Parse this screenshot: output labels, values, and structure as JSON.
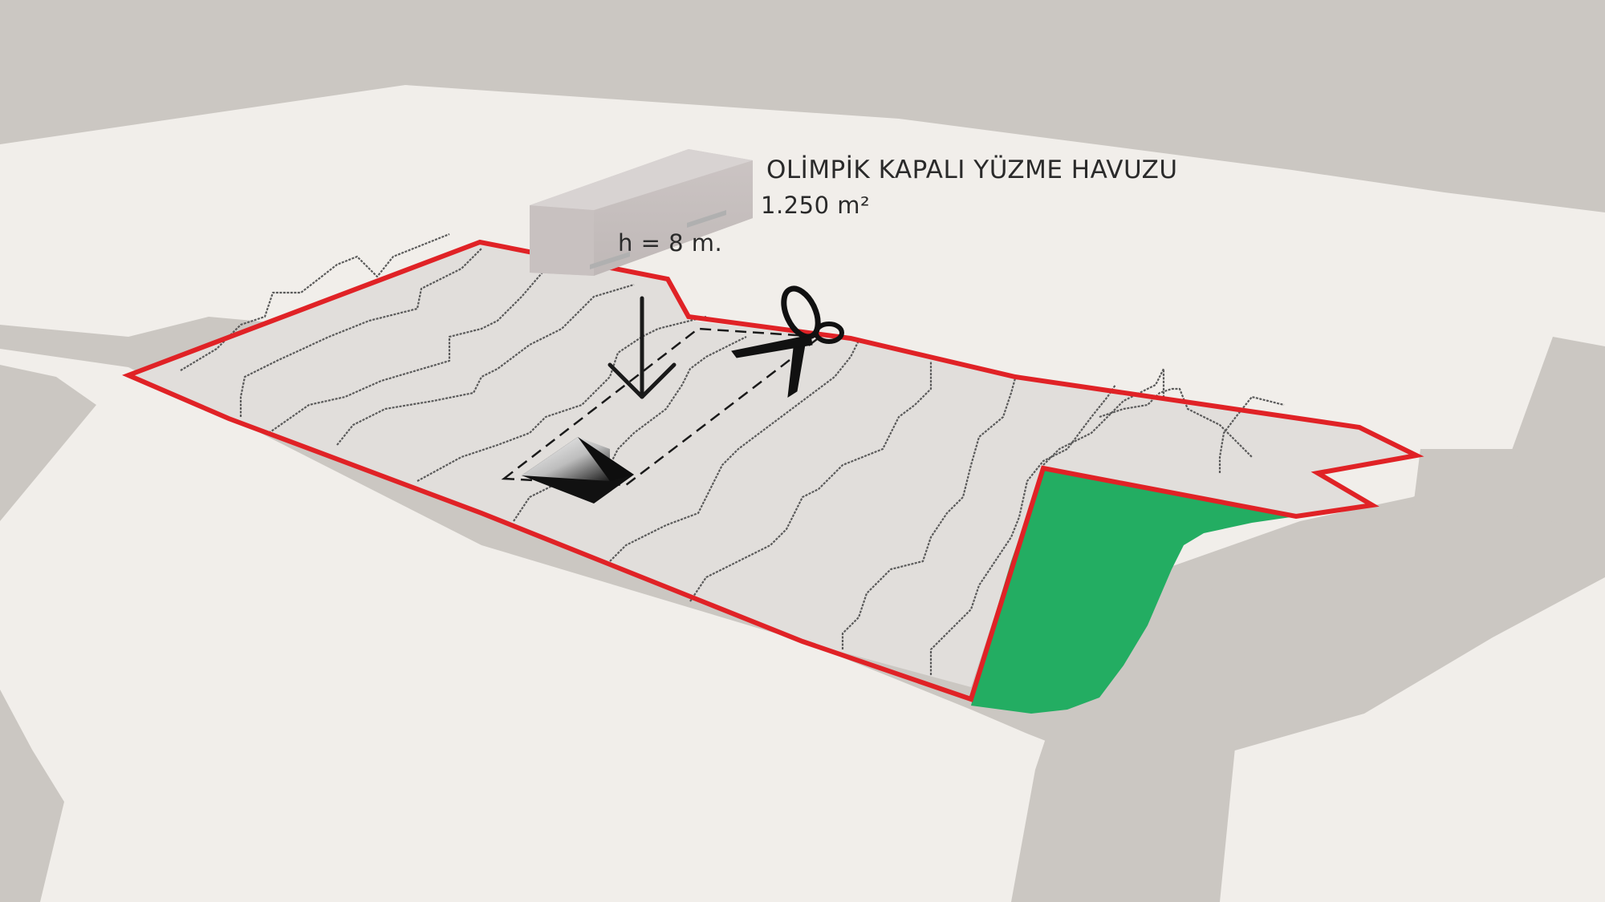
{
  "diagram": {
    "building_name": "OLİMPİK KAPALI YÜZME HAVUZU",
    "building_area": "1.250 m²",
    "building_height": "h = 8 m.",
    "colors": {
      "background": "#f1eeea",
      "road": "#cbc7c2",
      "site_fill": "#e1dedb",
      "site_outline": "#e02226",
      "green_area": "#23ad62",
      "contour": "#5a5a5a",
      "building": "#c9c2c1"
    },
    "icons": [
      "scissors-icon",
      "down-arrow-icon",
      "peeled-corner-icon"
    ]
  }
}
